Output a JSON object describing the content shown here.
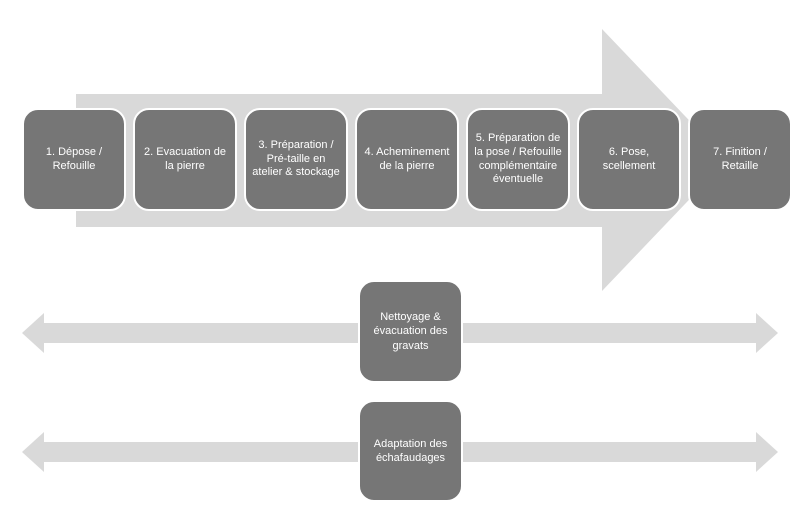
{
  "diagram": {
    "type": "process-flow",
    "colors": {
      "step_box": "#767676",
      "arrow": "#d9d9d9",
      "box_text": "#ffffff",
      "background": "#ffffff"
    },
    "steps": [
      "1. Dépose / Refouille",
      "2. Evacuation de la pierre",
      "3. Préparation / Pré-taille en atelier & stockage",
      "4. Acheminement de la pierre",
      "5. Préparation de la pose / Refouille complémentaire éventuelle",
      "6. Pose, scellement",
      "7. Finition / Retaille"
    ],
    "tracks": [
      "Nettoyage & évacuation des gravats",
      "Adaptation des échafaudages"
    ]
  }
}
